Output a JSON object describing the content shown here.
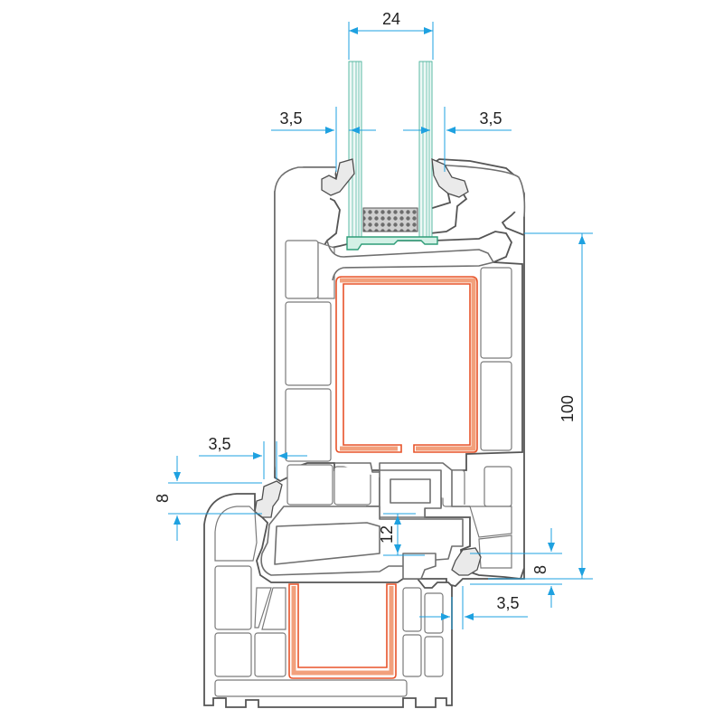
{
  "dimensions": {
    "glass_thickness": "24",
    "glass_gap_left": "3,5",
    "glass_gap_right": "3,5",
    "sash_gap": "3,5",
    "sash_overlap": "8",
    "rebate_height": "12",
    "sash_height": "100",
    "frame_overlap": "8",
    "frame_gap": "3,5"
  },
  "colors": {
    "dimension": "#1ea1e0",
    "steel_reinforcement": "#e8532a",
    "glass": "#49b39b",
    "profile": "#6f6f6f"
  }
}
